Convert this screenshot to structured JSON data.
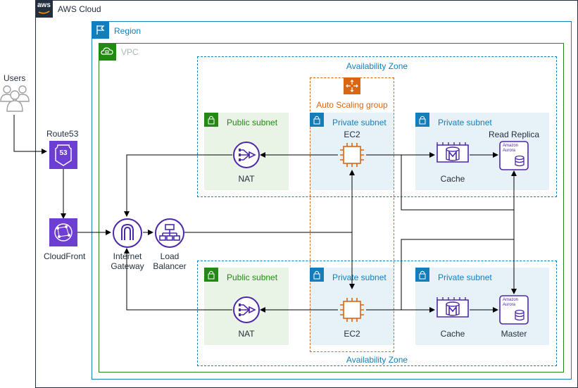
{
  "cloud": {
    "title": "AWS Cloud",
    "logo_text": "aws"
  },
  "region": {
    "title": "Region"
  },
  "vpc": {
    "title": "VPC"
  },
  "az": {
    "top_title": "Availability Zone",
    "bottom_title": "Availability Zone"
  },
  "asg": {
    "title": "Auto Scaling group"
  },
  "subnets": {
    "public_top": "Public subnet",
    "private_top_ec2": "Private subnet",
    "private_top_data": "Private subnet",
    "public_bottom": "Public subnet",
    "private_bottom_ec2": "Private subnet",
    "private_bottom_data": "Private subnet"
  },
  "nodes": {
    "users": "Users",
    "route53": "Route53",
    "route53_badge": "53",
    "cloudfront": "CloudFront",
    "igw_line1": "Internet",
    "igw_line2": "Gateway",
    "lb_line1": "Load",
    "lb_line2": "Balancer",
    "nat_top": "NAT",
    "nat_bottom": "NAT",
    "ec2_top": "EC2",
    "ec2_bottom": "EC2",
    "cache_top": "Cache",
    "cache_bottom": "Cache",
    "read_replica": "Read Replica",
    "master": "Master",
    "aurora_line1": "Amazon",
    "aurora_line2": "Aurora"
  },
  "colors": {
    "cloud_border": "#232f3e",
    "region_border": "#147eba",
    "vpc_border": "#248814",
    "az_border": "#147eba",
    "asg_border": "#d86613",
    "public_fill": "#e9f3e6",
    "public_accent": "#248814",
    "private_fill": "#e6f2f8",
    "private_accent": "#147eba",
    "service_purple": "#4d27aa",
    "route53_purple": "#6c3ed1",
    "compute_orange": "#d86613",
    "users_gray": "#a0a0a0",
    "vpc_label": "#aab7b8"
  }
}
